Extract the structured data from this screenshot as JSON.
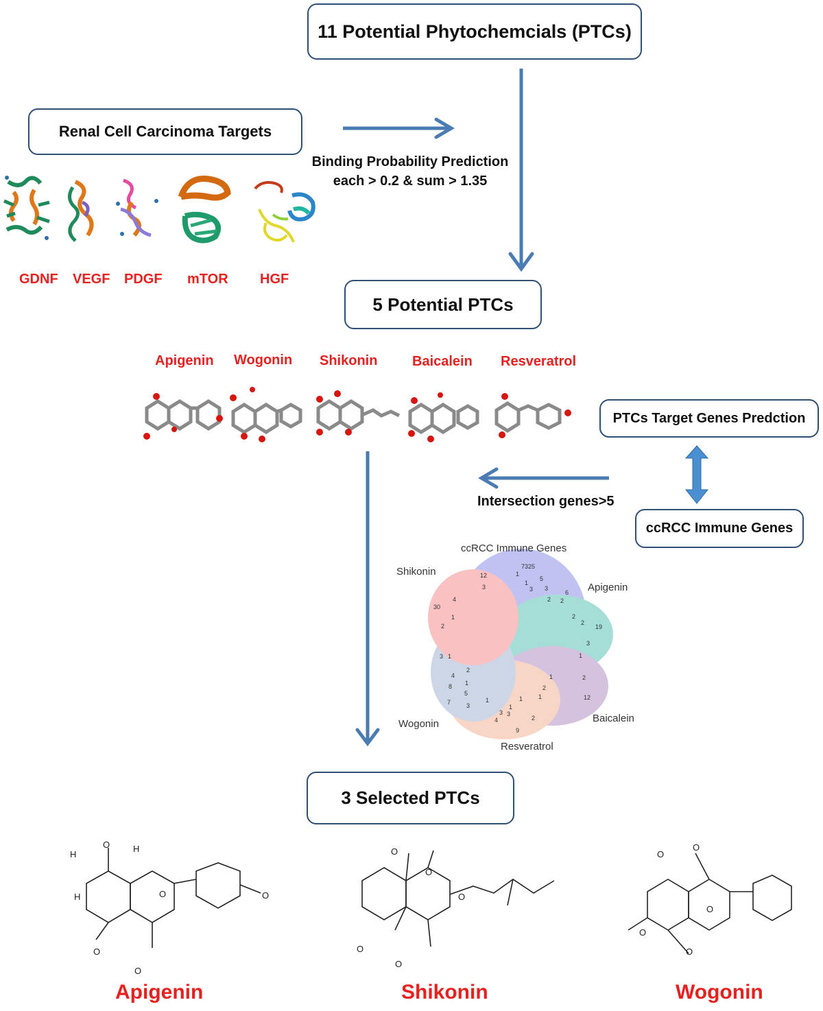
{
  "boxes": {
    "top": "11 Potential Phytochemcials (PTCs)",
    "rcc_targets": "Renal Cell Carcinoma Targets",
    "five_ptcs": "5 Potential PTCs",
    "target_prediction": "PTCs Target Genes Predction",
    "immune_genes": "ccRCC Immune Genes",
    "selected": "3 Selected PTCs"
  },
  "annotations": {
    "binding_line1": "Binding Probability Prediction",
    "binding_line2": "each > 0.2 & sum > 1.35",
    "intersection": "Intersection genes>5"
  },
  "proteins": [
    "GDNF",
    "VEGF",
    "PDGF",
    "mTOR",
    "HGF"
  ],
  "compounds": [
    "Apigenin",
    "Wogonin",
    "Shikonin",
    "Baicalein",
    "Resveratrol"
  ],
  "venn": {
    "sets": [
      "ccRCC Immune Genes",
      "Apigenin",
      "Baicalein",
      "Resveratrol",
      "Wogonin",
      "Shikonin"
    ],
    "unique_counts": [
      "7325",
      "19",
      "12",
      "9",
      "7",
      "30"
    ],
    "inner_counts": [
      "12",
      "1",
      "5",
      "3",
      "1",
      "3",
      "3",
      "6",
      "2",
      "2",
      "2",
      "2",
      "3",
      "4",
      "1",
      "2",
      "1",
      "3",
      "1",
      "2",
      "4",
      "8",
      "5",
      "1",
      "3",
      "1",
      "3",
      "4",
      "1",
      "1",
      "2",
      "1",
      "2",
      "3",
      "1",
      "2"
    ]
  },
  "selected_compounds": [
    "Apigenin",
    "Shikonin",
    "Wogonin"
  ],
  "colors": {
    "box_border": "#2f4f75",
    "arrow": "#4a7bb2",
    "highlight": "#e8211f",
    "double_arrow": "#4a90d0"
  }
}
